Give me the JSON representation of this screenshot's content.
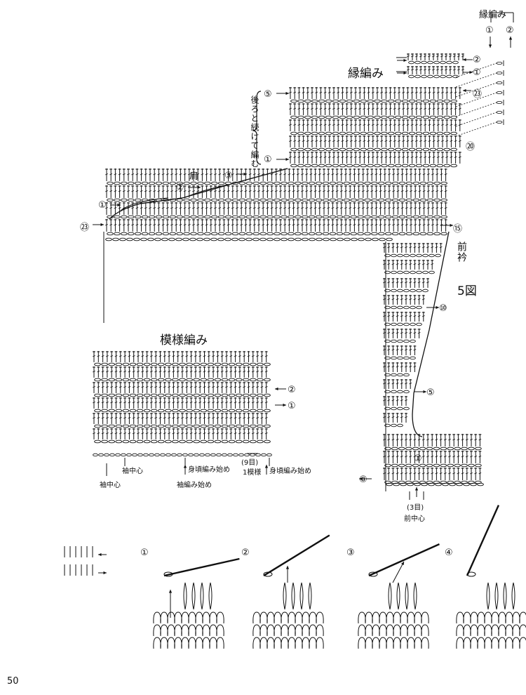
{
  "labels": {
    "edge_top": "縁編み",
    "edge_left": "縁編み",
    "vertical_note": "後ろと続けて編む",
    "shoulder": "肩",
    "front_collar": "前衿",
    "figure": "5図",
    "pattern_title": "模様編み",
    "sleeve_center_top": "袖中心",
    "sleeve_center_bottom": "袖中心",
    "body_start_1": "身頃編み始め",
    "body_start_2": "身頃編み始め",
    "sleeve_start": "袖編み始め",
    "repeat_note": "(9目)",
    "repeat_unit": "1模様",
    "three_st": "(3目)",
    "front_center": "前中心",
    "page_number": "50"
  },
  "markers": {
    "top_1": "①",
    "top_2": "②",
    "edge_2": "②",
    "edge_1": "①",
    "r23_right": "㉓",
    "v5": "⑤",
    "v1": "①",
    "r20": "⑳",
    "s3": "③",
    "s2": "②",
    "s1": "①",
    "r23_left": "㉓",
    "r15": "⑮",
    "r10": "⑩",
    "r5": "⑤",
    "r1": "①",
    "r8": "⑧",
    "p2": "②",
    "p1": "①",
    "step1": "①",
    "step2": "②",
    "step3": "③",
    "step4": "④"
  }
}
